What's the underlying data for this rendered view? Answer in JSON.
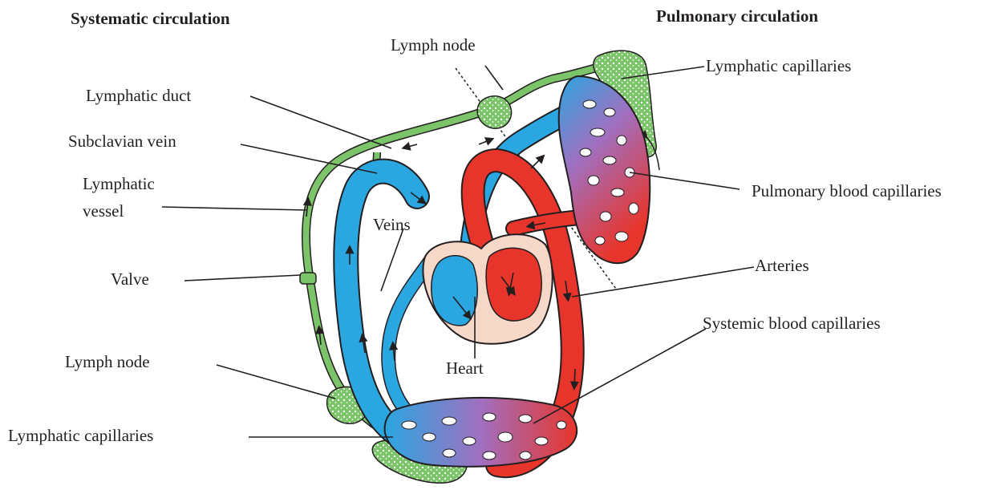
{
  "headings": {
    "systemic": "Systematic circulation",
    "pulmonary": "Pulmonary circulation"
  },
  "labels": {
    "lymph_node_top": "Lymph node",
    "lymphatic_capillaries_top": "Lymphatic capillaries",
    "lymphatic_duct": "Lymphatic duct",
    "subclavian_vein": "Subclavian vein",
    "lymphatic_vessel_line1": "Lymphatic",
    "lymphatic_vessel_line2": "vessel",
    "valve": "Valve",
    "veins": "Veins",
    "pulmonary_blood_capillaries": "Pulmonary blood capillaries",
    "arteries": "Arteries",
    "systemic_blood_capillaries": "Systemic blood capillaries",
    "heart": "Heart",
    "lymph_node_bottom": "Lymph node",
    "lymphatic_capillaries_bottom": "Lymphatic capillaries"
  },
  "colors": {
    "lymph_green": "#7cc46a",
    "vein_blue": "#2aa6e0",
    "artery_red": "#e8352b",
    "capillary_purple": "#a070c0",
    "heart_pink": "#f6d8c8",
    "outline": "#231f20"
  }
}
